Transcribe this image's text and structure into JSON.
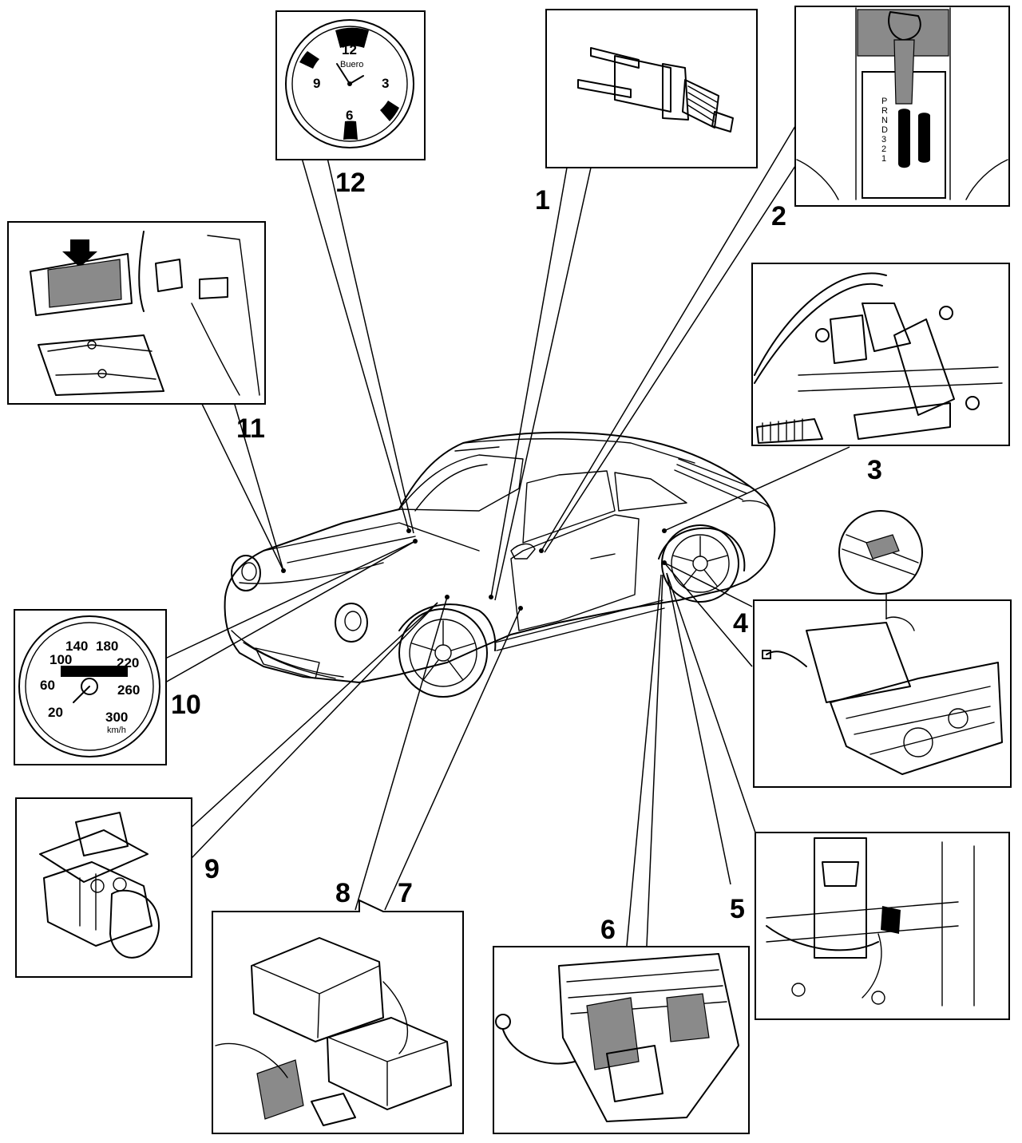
{
  "callouts": {
    "c1": "1",
    "c2": "2",
    "c3": "3",
    "c4": "4",
    "c5": "5",
    "c6": "6",
    "c7": "7",
    "c8": "8",
    "c9": "9",
    "c10": "10",
    "c11": "11",
    "c12": "12"
  },
  "clock_gauge": {
    "numbers": {
      "twelve": "12",
      "three": "3",
      "six": "6",
      "nine": "9"
    },
    "brand": "Buero"
  },
  "speedometer": {
    "numbers": [
      "20",
      "60",
      "100",
      "140",
      "180",
      "220",
      "260",
      "300"
    ],
    "unit": "km/h"
  },
  "shifter_gates": [
    "P",
    "R",
    "N",
    "D",
    "3",
    "2",
    "1"
  ],
  "colors": {
    "ink": "#000000",
    "paper": "#ffffff",
    "shade": "#8a8a8a"
  }
}
